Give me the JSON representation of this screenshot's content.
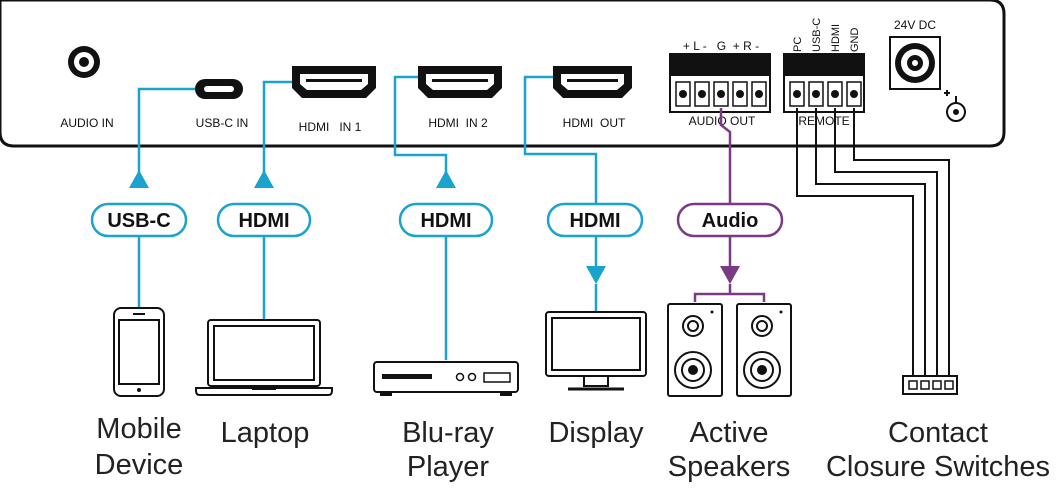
{
  "panel": {
    "audio_in": "AUDIO IN",
    "usbc_in": "USB-C IN",
    "hdmi_in1": "HDMI   IN 1",
    "hdmi_in2": "HDMI  IN 2",
    "hdmi_out": "HDMI  OUT",
    "audio_out": "AUDIO OUT",
    "audio_pins": "+ L -   G  + R -",
    "remote": "REMOTE",
    "remote_pins": [
      "PC",
      "USB-C",
      "HDMI",
      "GND"
    ],
    "power": "24V DC"
  },
  "badges": {
    "usbc": "USB-C",
    "hdmi1": "HDMI",
    "hdmi2": "HDMI",
    "hdmi3": "HDMI",
    "audio": "Audio"
  },
  "devices": {
    "mobile": [
      "Mobile",
      "Device"
    ],
    "laptop": "Laptop",
    "bluray": [
      "Blu-ray",
      "Player"
    ],
    "display": "Display",
    "speakers": [
      "Active",
      "Speakers"
    ],
    "switches": [
      "Contact",
      "Closure Switches"
    ]
  },
  "colors": {
    "cable_blue": "#1aa3cf",
    "cable_purple": "#7a3b86",
    "panel_stroke": "#111111"
  }
}
